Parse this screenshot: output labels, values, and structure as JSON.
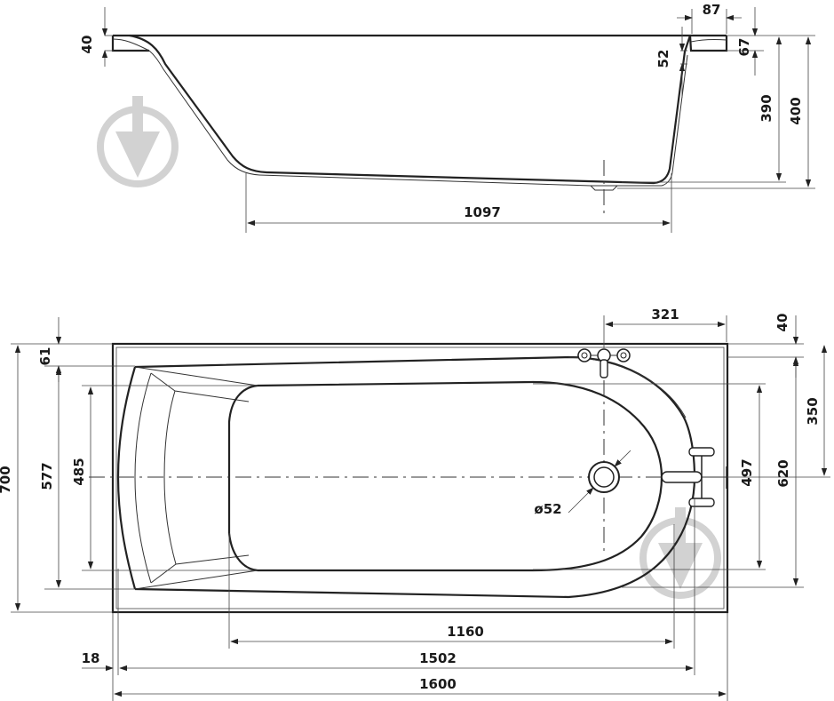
{
  "diagram": {
    "side_view": {
      "dims": {
        "rim_thickness": "40",
        "rim_width": "87",
        "rim_drop": "52",
        "rim_depth": "67",
        "inner_depth": "390",
        "total_height": "400",
        "bottom_length": "1097"
      }
    },
    "top_view": {
      "dims": {
        "drain_offset": "321",
        "rim_top": "40",
        "rim_left": "61",
        "half_width": "350",
        "total_width": "700",
        "inner_width_outer": "577",
        "inner_width_inner": "485",
        "inner_width_right": "497",
        "inner_width_total": "620",
        "drain_diameter": "ø52",
        "bottom_length": "1160",
        "rim_offset": "18",
        "inner_length": "1502",
        "total_length": "1600"
      }
    }
  }
}
